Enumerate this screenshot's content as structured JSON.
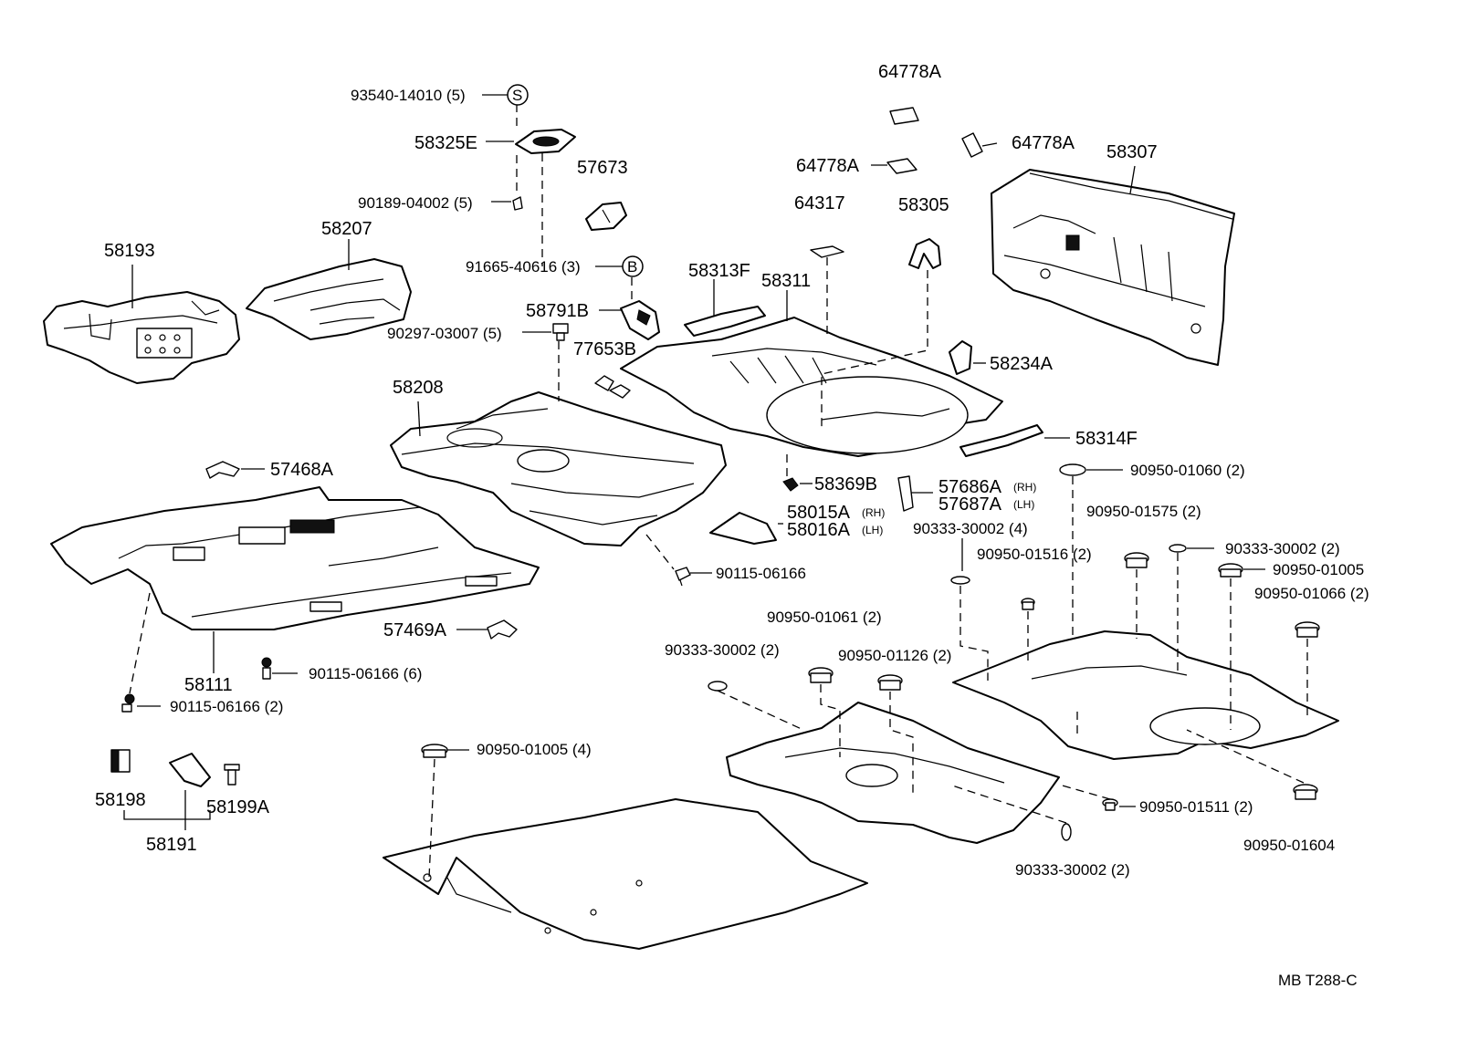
{
  "diagram": {
    "code": "MB  T288-C",
    "labels": {
      "p93540": "93540-14010 (5)",
      "symS": "S",
      "p58325E": "58325E",
      "p90189": "90189-04002 (5)",
      "p57673": "57673",
      "p91665": "91665-40616 (3)",
      "symB": "B",
      "p58791B": "58791B",
      "p90297": "90297-03007 (5)",
      "p77653B": "77653B",
      "p58193": "58193",
      "p58207": "58207",
      "p58208": "58208",
      "p64778A_1": "64778A",
      "p64778A_2": "64778A",
      "p64778A_3": "64778A",
      "p64317": "64317",
      "p58305": "58305",
      "p58307": "58307",
      "p58313F": "58313F",
      "p58311": "58311",
      "p58234A": "58234A",
      "p58314F": "58314F",
      "p57468A": "57468A",
      "p58369B": "58369B",
      "p57686A": "57686A",
      "p57686A_side": "(RH)",
      "p57687A": "57687A",
      "p57687A_side": "(LH)",
      "p58015A": "58015A",
      "p58015A_side": "(RH)",
      "p58016A": "58016A",
      "p58016A_side": "(LH)",
      "p90115_a": "90115-06166",
      "p57469A": "57469A",
      "p58111": "58111",
      "p90115_b": "90115-06166 (6)",
      "p90115_c": "90115-06166 (2)",
      "p58198": "58198",
      "p58199A": "58199A",
      "p58191": "58191",
      "p90950_01060": "90950-01060 (2)",
      "p90950_01575": "90950-01575 (2)",
      "p90333_4": "90333-30002 (4)",
      "p90950_01516": "90950-01516 (2)",
      "p90333_a": "90333-30002 (2)",
      "p90950_01005_a": "90950-01005",
      "p90950_01066": "90950-01066 (2)",
      "p90950_01061": "90950-01061 (2)",
      "p90333_b": "90333-30002 (2)",
      "p90950_01126": "90950-01126 (2)",
      "p90950_01005_b": "90950-01005 (4)",
      "p90950_01511": "90950-01511 (2)",
      "p90333_c": "90333-30002 (2)",
      "p90950_01604": "90950-01604"
    }
  }
}
